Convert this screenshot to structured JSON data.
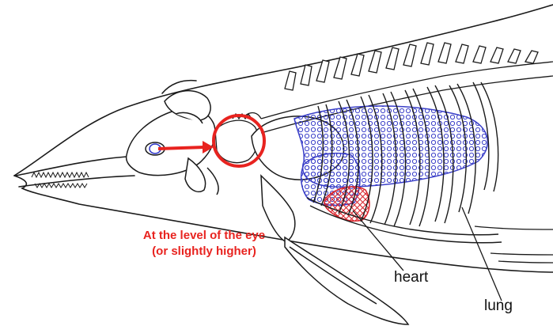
{
  "annotation": "At the level of the eye (or slightly higher)",
  "labels": {
    "heart": "heart",
    "lung": "lung"
  },
  "colors": {
    "highlight": "#e8231f",
    "lung_hatch": "#3a3fc8",
    "heart_hatch": "#d8232a",
    "line": "#1a1a1a"
  },
  "icons": [
    "arrow-right-icon",
    "circle-highlight-icon"
  ]
}
